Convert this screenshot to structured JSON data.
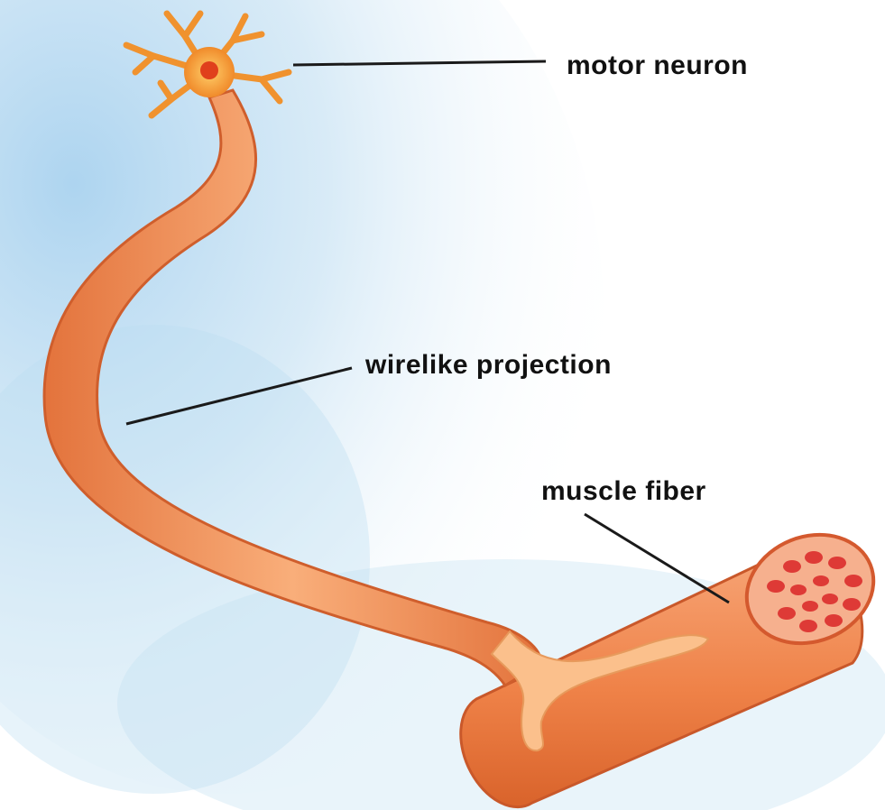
{
  "labels": {
    "motor_neuron": "motor neuron",
    "wirelike_projection": "wirelike projection",
    "muscle_fiber": "muscle fiber"
  },
  "colors": {
    "background_wash": "#cfe6f5",
    "axon_fill": "#f4995f",
    "axon_edge": "#d2642f",
    "neuron_body": "#f7a23c",
    "nucleus": "#e0401c",
    "muscle_fill": "#f0874f",
    "muscle_end": "#f6b08e",
    "myofibril": "#de3a36",
    "terminal": "#fbc08c",
    "leader_line": "#1a1a1a",
    "text": "#111111"
  }
}
